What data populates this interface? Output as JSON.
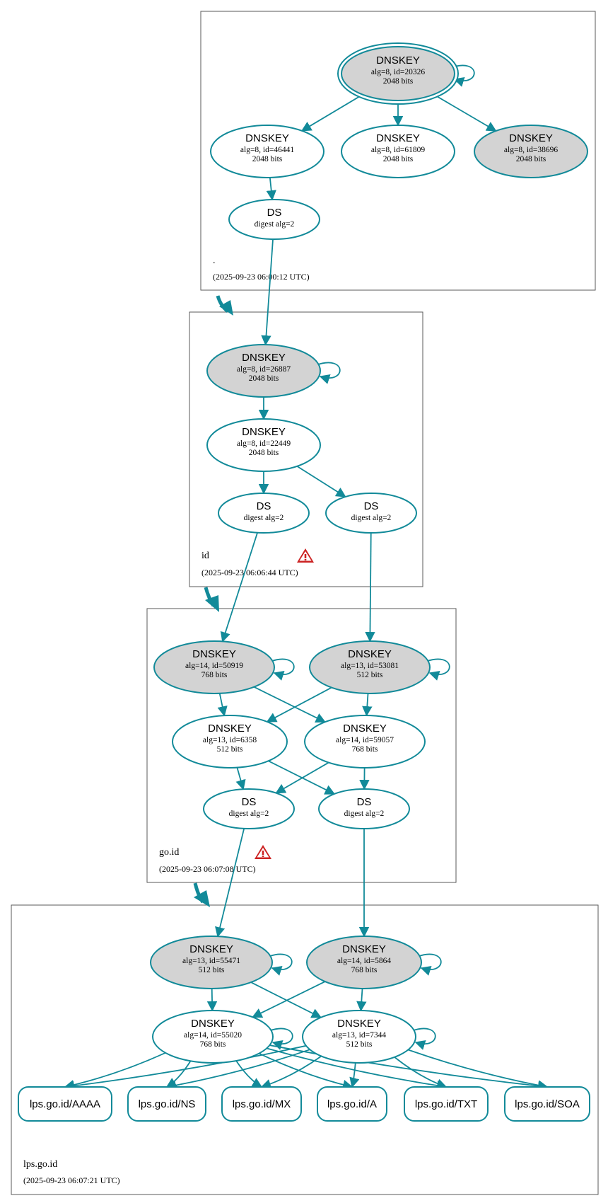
{
  "colors": {
    "edge": "#128a99",
    "sep_fill": "#d3d3d3",
    "node_fill": "#ffffff",
    "box_stroke": "#5a5a5a",
    "warning": "#cc2222"
  },
  "zones": [
    {
      "name": ".",
      "time": "(2025-09-23 06:00:12 UTC)"
    },
    {
      "name": "id",
      "time": "(2025-09-23 06:06:44 UTC)"
    },
    {
      "name": "go.id",
      "time": "(2025-09-23 06:07:08 UTC)"
    },
    {
      "name": "lps.go.id",
      "time": "(2025-09-23 06:07:21 UTC)"
    }
  ],
  "nodes": {
    "root_ksk": {
      "title": "DNSKEY",
      "lines": [
        "alg=8, id=20326",
        "2048 bits"
      ]
    },
    "root_zsk1": {
      "title": "DNSKEY",
      "lines": [
        "alg=8, id=46441",
        "2048 bits"
      ]
    },
    "root_zsk2": {
      "title": "DNSKEY",
      "lines": [
        "alg=8, id=61809",
        "2048 bits"
      ]
    },
    "root_k3": {
      "title": "DNSKEY",
      "lines": [
        "alg=8, id=38696",
        "2048 bits"
      ]
    },
    "root_ds": {
      "title": "DS",
      "lines": [
        "digest alg=2"
      ]
    },
    "id_ksk": {
      "title": "DNSKEY",
      "lines": [
        "alg=8, id=26887",
        "2048 bits"
      ]
    },
    "id_zsk": {
      "title": "DNSKEY",
      "lines": [
        "alg=8, id=22449",
        "2048 bits"
      ]
    },
    "id_ds1": {
      "title": "DS",
      "lines": [
        "digest alg=2"
      ]
    },
    "id_ds2": {
      "title": "DS",
      "lines": [
        "digest alg=2"
      ]
    },
    "goid_k1": {
      "title": "DNSKEY",
      "lines": [
        "alg=14, id=50919",
        "768 bits"
      ]
    },
    "goid_k2": {
      "title": "DNSKEY",
      "lines": [
        "alg=13, id=53081",
        "512 bits"
      ]
    },
    "goid_z1": {
      "title": "DNSKEY",
      "lines": [
        "alg=13, id=6358",
        "512 bits"
      ]
    },
    "goid_z2": {
      "title": "DNSKEY",
      "lines": [
        "alg=14, id=59057",
        "768 bits"
      ]
    },
    "goid_ds1": {
      "title": "DS",
      "lines": [
        "digest alg=2"
      ]
    },
    "goid_ds2": {
      "title": "DS",
      "lines": [
        "digest alg=2"
      ]
    },
    "lps_k1": {
      "title": "DNSKEY",
      "lines": [
        "alg=13, id=55471",
        "512 bits"
      ]
    },
    "lps_k2": {
      "title": "DNSKEY",
      "lines": [
        "alg=14, id=5864",
        "768 bits"
      ]
    },
    "lps_z1": {
      "title": "DNSKEY",
      "lines": [
        "alg=14, id=55020",
        "768 bits"
      ]
    },
    "lps_z2": {
      "title": "DNSKEY",
      "lines": [
        "alg=13, id=7344",
        "512 bits"
      ]
    }
  },
  "rrsets": [
    "lps.go.id/AAAA",
    "lps.go.id/NS",
    "lps.go.id/MX",
    "lps.go.id/A",
    "lps.go.id/TXT",
    "lps.go.id/SOA"
  ],
  "edges": [
    [
      "root_ksk",
      "root_zsk1"
    ],
    [
      "root_ksk",
      "root_zsk2"
    ],
    [
      "root_ksk",
      "root_k3"
    ],
    [
      "root_zsk1",
      "root_ds"
    ],
    [
      "root_ds",
      "id_ksk"
    ],
    [
      "id_ksk",
      "id_zsk"
    ],
    [
      "id_zsk",
      "id_ds1"
    ],
    [
      "id_zsk",
      "id_ds2"
    ],
    [
      "id_ds1",
      "goid_k1"
    ],
    [
      "id_ds2",
      "goid_k2"
    ],
    [
      "goid_k1",
      "goid_z1"
    ],
    [
      "goid_k1",
      "goid_z2"
    ],
    [
      "goid_k2",
      "goid_z1"
    ],
    [
      "goid_k2",
      "goid_z2"
    ],
    [
      "goid_z1",
      "goid_ds1"
    ],
    [
      "goid_z1",
      "goid_ds2"
    ],
    [
      "goid_z2",
      "goid_ds1"
    ],
    [
      "goid_z2",
      "goid_ds2"
    ],
    [
      "goid_ds1",
      "lps_k1"
    ],
    [
      "goid_ds2",
      "lps_k2"
    ],
    [
      "lps_k1",
      "lps_z1"
    ],
    [
      "lps_k1",
      "lps_z2"
    ],
    [
      "lps_k2",
      "lps_z1"
    ],
    [
      "lps_k2",
      "lps_z2"
    ]
  ],
  "self_loops": [
    "root_ksk",
    "id_ksk",
    "goid_k1",
    "goid_k2",
    "lps_k1",
    "lps_k2",
    "lps_z1",
    "lps_z2"
  ],
  "rr_edges": [
    [
      "lps_z1",
      "lps.go.id/AAAA"
    ],
    [
      "lps_z1",
      "lps.go.id/NS"
    ],
    [
      "lps_z1",
      "lps.go.id/MX"
    ],
    [
      "lps_z1",
      "lps.go.id/A"
    ],
    [
      "lps_z1",
      "lps.go.id/TXT"
    ],
    [
      "lps_z1",
      "lps.go.id/SOA"
    ],
    [
      "lps_z2",
      "lps.go.id/AAAA"
    ],
    [
      "lps_z2",
      "lps.go.id/NS"
    ],
    [
      "lps_z2",
      "lps.go.id/MX"
    ],
    [
      "lps_z2",
      "lps.go.id/A"
    ],
    [
      "lps_z2",
      "lps.go.id/TXT"
    ],
    [
      "lps_z2",
      "lps.go.id/SOA"
    ]
  ],
  "warnings": [
    "id",
    "go.id"
  ]
}
